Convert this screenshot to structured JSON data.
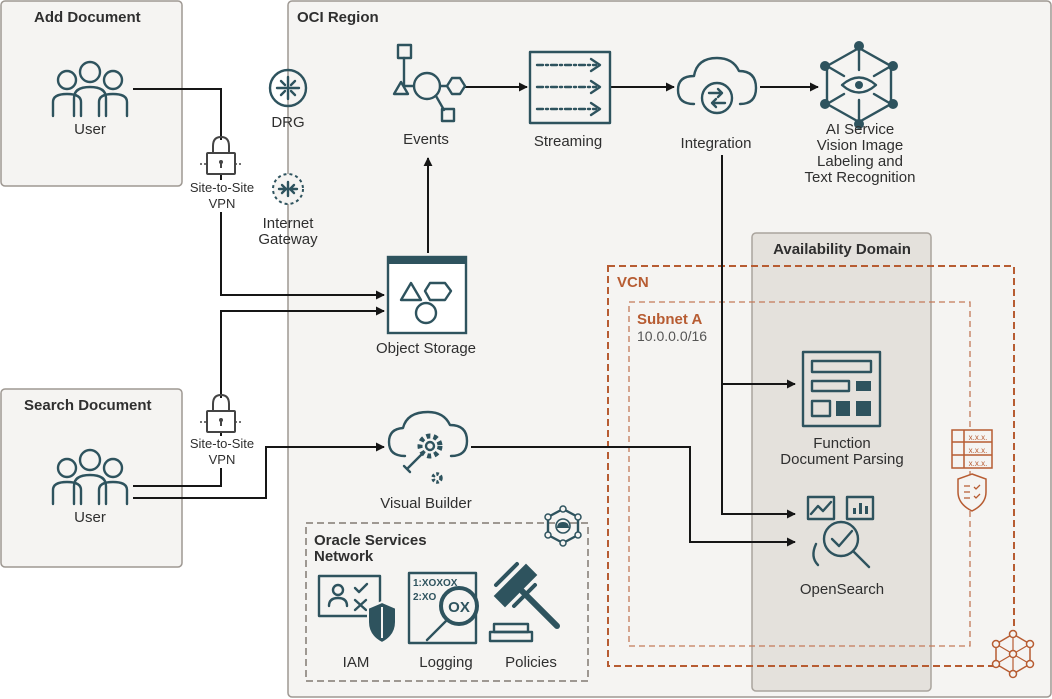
{
  "groups": {
    "add_document": "Add Document",
    "search_document": "Search Document",
    "oci_region": "OCI Region",
    "availability_domain": "Availability Domain",
    "vcn": "VCN",
    "subnet_name": "Subnet A",
    "subnet_cidr": "10.0.0.0/16",
    "oracle_services_network": [
      "Oracle Services",
      "Network"
    ]
  },
  "nodes": {
    "user_add": "User",
    "user_search": "User",
    "vpn_top": [
      "Site-to-Site",
      "VPN"
    ],
    "vpn_bottom": [
      "Site-to-Site",
      "VPN"
    ],
    "drg": "DRG",
    "internet_gateway": [
      "Internet",
      "Gateway"
    ],
    "events": "Events",
    "streaming": "Streaming",
    "integration": "Integration",
    "ai_service": [
      "AI Service",
      "Vision Image",
      "Labeling and",
      "Text Recognition"
    ],
    "object_storage": "Object Storage",
    "visual_builder": "Visual Builder",
    "function": [
      "Function",
      "Document Parsing"
    ],
    "opensearch": "OpenSearch",
    "iam": "IAM",
    "logging": "Logging",
    "policies": "Policies"
  },
  "icon_text": {
    "logging_line1": "1:XOXOX",
    "logging_line2": "2:XO",
    "logging_lens": "OX",
    "security_list": "x.x.x."
  },
  "colors": {
    "icon": "#2e535e",
    "vcn_border": "#b75c32",
    "region_fill": "#f5f4f2",
    "availability_domain_fill": "#e4e1dc",
    "group_border": "#9e9892"
  }
}
